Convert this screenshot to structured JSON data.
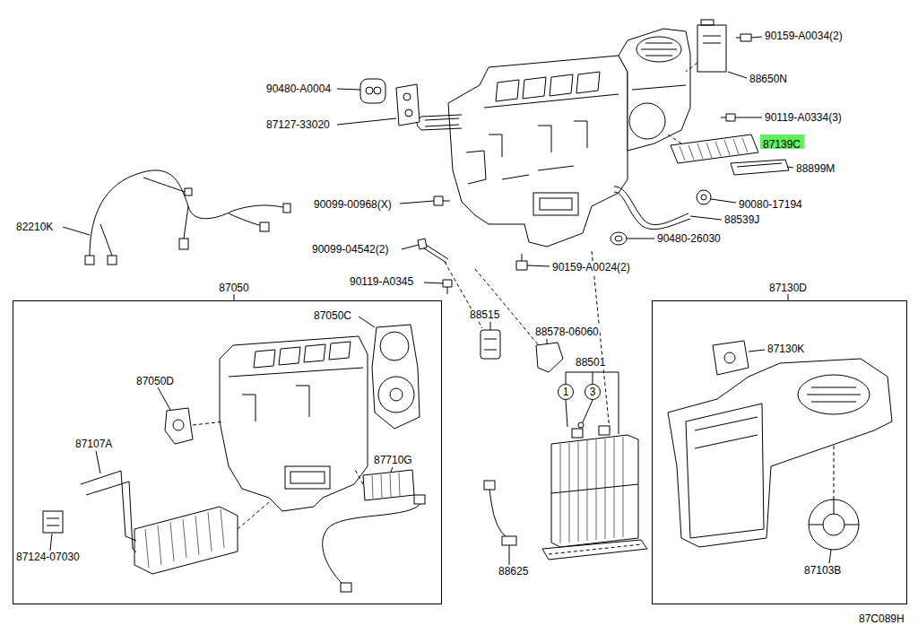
{
  "diagram": {
    "nodes": [
      {
        "text": [
          "87139C"
        ]
      },
      {
        "text": [
          "87050"
        ]
      },
      {
        "text": [
          "87130D"
        ]
      },
      {
        "text": [
          "1"
        ]
      },
      {
        "text": [
          "3"
        ]
      }
    ],
    "labels": [
      "90159-A0034(2)",
      "88650N",
      "90480-A0004",
      "90119-A0334(3)",
      "87127-33020",
      "88899M",
      "90099-00968(X)",
      "90080-17194",
      "88539J",
      "82210K",
      "90480-26030",
      "90099-04542(2)",
      "90159-A0024(2)",
      "90119-A0345",
      "88515",
      "87050C",
      "88578-06060",
      "87130K",
      "88501",
      "87050D",
      "87107A",
      "87710G",
      "87124-07030",
      "88625",
      "87103B",
      "87C089H"
    ]
  }
}
